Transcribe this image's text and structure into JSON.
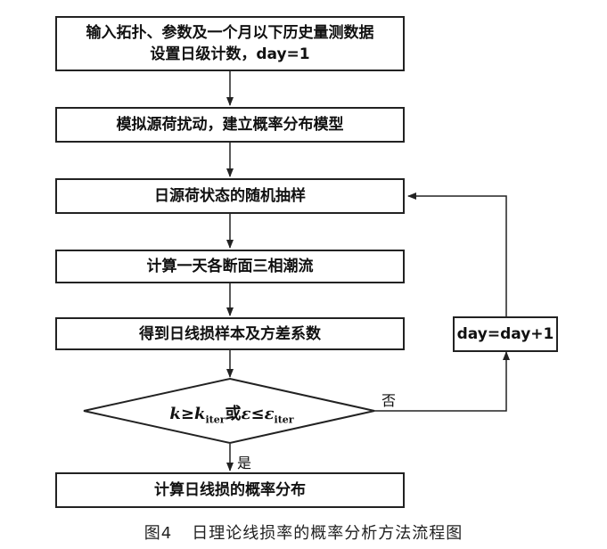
{
  "steps": {
    "input_line1": "输入拓扑、参数及一个月以下历史量测数据",
    "input_line2": "设置日级计数，day=1",
    "model": "模拟源荷扰动，建立概率分布模型",
    "sample": "日源荷状态的随机抽样",
    "flow": "计算一天各断面三相潮流",
    "stats": "得到日线损样本及方差系数",
    "increment": "day=day+1",
    "result": "计算日线损的概率分布"
  },
  "decision": {
    "k": "k",
    "k_iter": "k",
    "iter_sub": "iter",
    "or": "或",
    "eps": "ε",
    "eps_iter": "ε",
    "geq": "≥",
    "leq": "≤",
    "no_label": "否",
    "yes_label": "是"
  },
  "caption": {
    "figure": "图4",
    "title": "日理论线损率的概率分析方法流程图"
  }
}
